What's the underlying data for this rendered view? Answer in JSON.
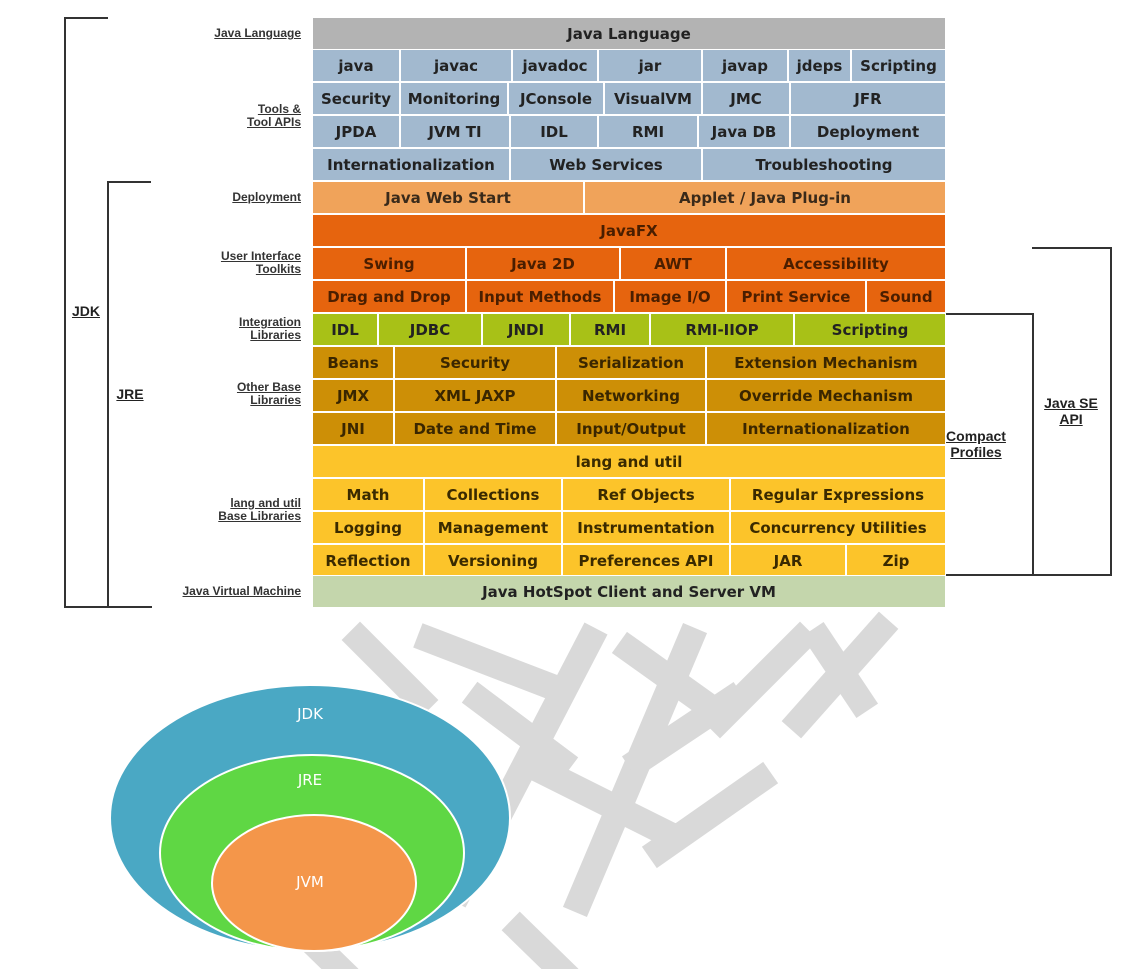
{
  "colors": {
    "lang": "#b3b3b3",
    "tools": "#a2b9cf",
    "deployment": "#f0a35a",
    "ui": "#e6640e",
    "integration": "#a8c117",
    "other_base": "#cd8f06",
    "lang_util": "#fcc42a",
    "jvm": "#c4d6ac",
    "jdk_circle": "#4aa8c4",
    "jre_circle": "#5fd744",
    "jvm_circle": "#f4964a",
    "watermark": "#d9d9d9"
  },
  "row_labels": [
    {
      "id": "java-language",
      "text": "Java Language"
    },
    {
      "id": "tools",
      "text": "Tools &\nTool APIs"
    },
    {
      "id": "deployment",
      "text": "Deployment"
    },
    {
      "id": "ui-toolkits",
      "text": "User Interface\nToolkits"
    },
    {
      "id": "integration",
      "text": "Integration\nLibraries"
    },
    {
      "id": "other-base",
      "text": "Other Base\nLibraries"
    },
    {
      "id": "lang-util",
      "text": "lang and util\nBase Libraries"
    },
    {
      "id": "jvm",
      "text": "Java Virtual Machine"
    }
  ],
  "rows": [
    {
      "group": "lang",
      "cells": [
        "Java Language"
      ]
    },
    {
      "group": "tools",
      "cells": [
        "java",
        "javac",
        "javadoc",
        "jar",
        "javap",
        "jdeps",
        "Scripting"
      ]
    },
    {
      "group": "tools",
      "cells": [
        "Security",
        "Monitoring",
        "JConsole",
        "VisualVM",
        "JMC",
        "JFR"
      ]
    },
    {
      "group": "tools",
      "cells": [
        "JPDA",
        "JVM TI",
        "IDL",
        "RMI",
        "Java DB",
        "Deployment"
      ]
    },
    {
      "group": "tools",
      "cells": [
        "Internationalization",
        "Web Services",
        "Troubleshooting"
      ]
    },
    {
      "group": "deployment",
      "cells": [
        "Java Web Start",
        "Applet / Java Plug-in"
      ]
    },
    {
      "group": "ui",
      "cells": [
        "JavaFX"
      ]
    },
    {
      "group": "ui",
      "cells": [
        "Swing",
        "Java 2D",
        "AWT",
        "Accessibility"
      ]
    },
    {
      "group": "ui",
      "cells": [
        "Drag and Drop",
        "Input Methods",
        "Image I/O",
        "Print Service",
        "Sound"
      ]
    },
    {
      "group": "integration",
      "cells": [
        "IDL",
        "JDBC",
        "JNDI",
        "RMI",
        "RMI-IIOP",
        "Scripting"
      ]
    },
    {
      "group": "other_base",
      "cells": [
        "Beans",
        "Security",
        "Serialization",
        "Extension Mechanism"
      ]
    },
    {
      "group": "other_base",
      "cells": [
        "JMX",
        "XML JAXP",
        "Networking",
        "Override Mechanism"
      ]
    },
    {
      "group": "other_base",
      "cells": [
        "JNI",
        "Date and Time",
        "Input/Output",
        "Internationalization"
      ]
    },
    {
      "group": "lang_util",
      "cells": [
        "lang and util"
      ]
    },
    {
      "group": "lang_util",
      "cells": [
        "Math",
        "Collections",
        "Ref Objects",
        "Regular Expressions"
      ]
    },
    {
      "group": "lang_util",
      "cells": [
        "Logging",
        "Management",
        "Instrumentation",
        "Concurrency Utilities"
      ]
    },
    {
      "group": "lang_util",
      "cells": [
        "Reflection",
        "Versioning",
        "Preferences API",
        "JAR",
        "Zip"
      ]
    },
    {
      "group": "jvm",
      "cells": [
        "Java HotSpot Client and Server VM"
      ]
    }
  ],
  "brackets": {
    "jdk": "JDK",
    "jre": "JRE",
    "compact_profiles": "Compact\nProfiles",
    "java_se_api": "Java SE\nAPI"
  },
  "circles": {
    "jdk": "JDK",
    "jre": "JRE",
    "jvm": "JVM"
  }
}
